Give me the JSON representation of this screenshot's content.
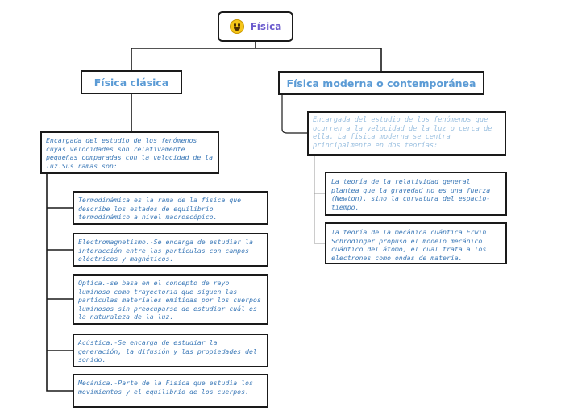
{
  "root": {
    "label": "Física",
    "icon": "grinning-face-icon"
  },
  "left": {
    "title": "Física clásica",
    "description": "Encargada del estudio de los fenómenos cuyas velocidades son relativamente pequeñas comparadas con la velocidad de la luz.Sus ramas son:",
    "branches": [
      "Termodinámica es la rama de la física que describe los estados de equilibrio termodinámico a nivel macroscópico.",
      "Electromagnetismo.-Se encarga de estudiar la interacción entre las partículas con campos eléctricos y magnéticos.",
      "Óptica.-se basa en el concepto de rayo luminoso como trayectoria que siguen las partículas materiales emitidas por los cuerpos luminosos sin preocuparse de estudiar cuál es la naturaleza de la luz.",
      "Acústica.-Se encarga de estudiar la generación, la difusión y las propiedades del sonido.",
      "Mecánica.-Parte de la Física que estudia los movimientos y el equilibrio de los cuerpos."
    ]
  },
  "right": {
    "title": "Física moderna o contemporánea",
    "description": "Encargada del estudio de los fenómenos que ocurren a la velocidad de la luz o cerca de ella. La física moderna se centra principalmente en dos teorías:",
    "theories": [
      "La teoría de la relatividad general plantea que la gravedad no es una fuerza (Newton), sino la curvatura del espacio-tiempo.",
      "la teoría de la mecánica cuántica Erwin Schrödinger propuso el modelo mecánico cuántico del átomo, el cual trata a los electrones como ondas de materia."
    ]
  },
  "colors": {
    "title_blue": "#5b9bd5",
    "root_purple": "#6a5acd",
    "text_blue": "#3d7ab8",
    "faded_blue": "#9bc0e0",
    "line": "#1a1a1a"
  }
}
